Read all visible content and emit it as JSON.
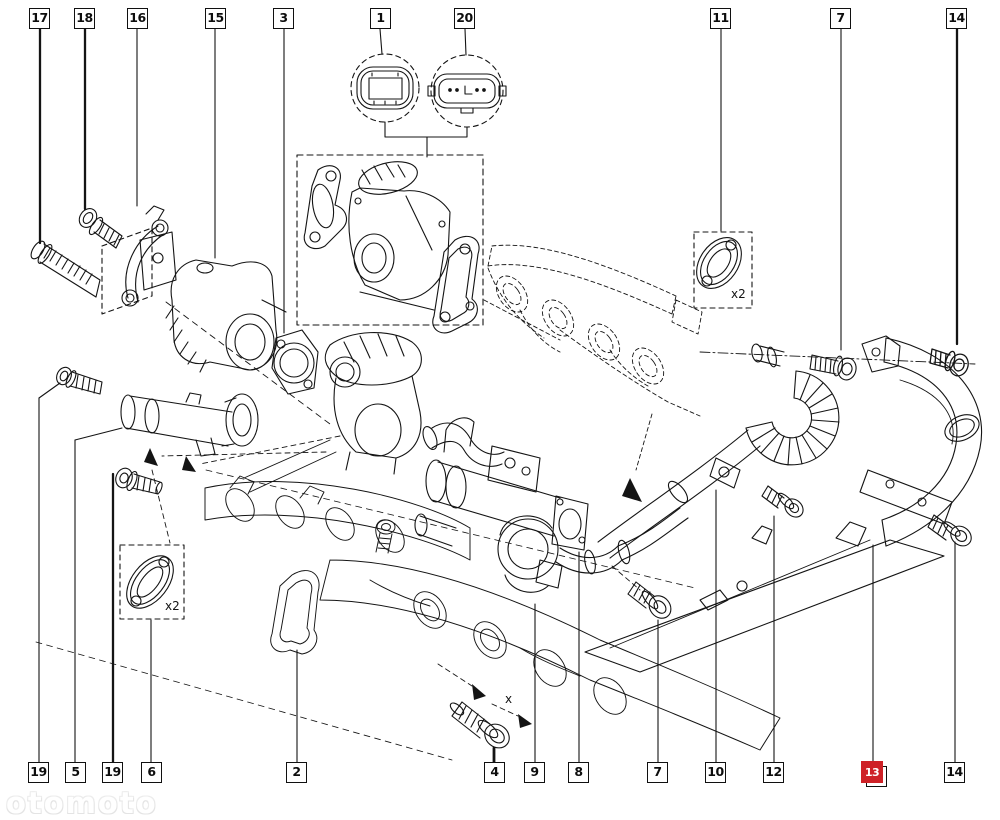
{
  "figure": {
    "kind": "exploded parts line diagram",
    "colors": {
      "line": "#141414",
      "background": "#ffffff",
      "highlight_red": "#ce2127"
    }
  },
  "callouts": {
    "top": [
      {
        "num": "17"
      },
      {
        "num": "18"
      },
      {
        "num": "16"
      },
      {
        "num": "15"
      },
      {
        "num": "3"
      },
      {
        "num": "1"
      },
      {
        "num": "20"
      },
      {
        "num": "11"
      },
      {
        "num": "7"
      },
      {
        "num": "14"
      }
    ],
    "bottom": [
      {
        "num": "19"
      },
      {
        "num": "5"
      },
      {
        "num": "19"
      },
      {
        "num": "6"
      },
      {
        "num": "2"
      },
      {
        "num": "4"
      },
      {
        "num": "9"
      },
      {
        "num": "8"
      },
      {
        "num": "7"
      },
      {
        "num": "10"
      },
      {
        "num": "12"
      },
      {
        "num": "13",
        "highlighted": true
      },
      {
        "num": "14"
      }
    ]
  },
  "annotations": {
    "x2_gasket_6": "x2",
    "x2_gasket_11": "x2",
    "x_mark": "x"
  },
  "watermark": {
    "text": "otomoto"
  }
}
